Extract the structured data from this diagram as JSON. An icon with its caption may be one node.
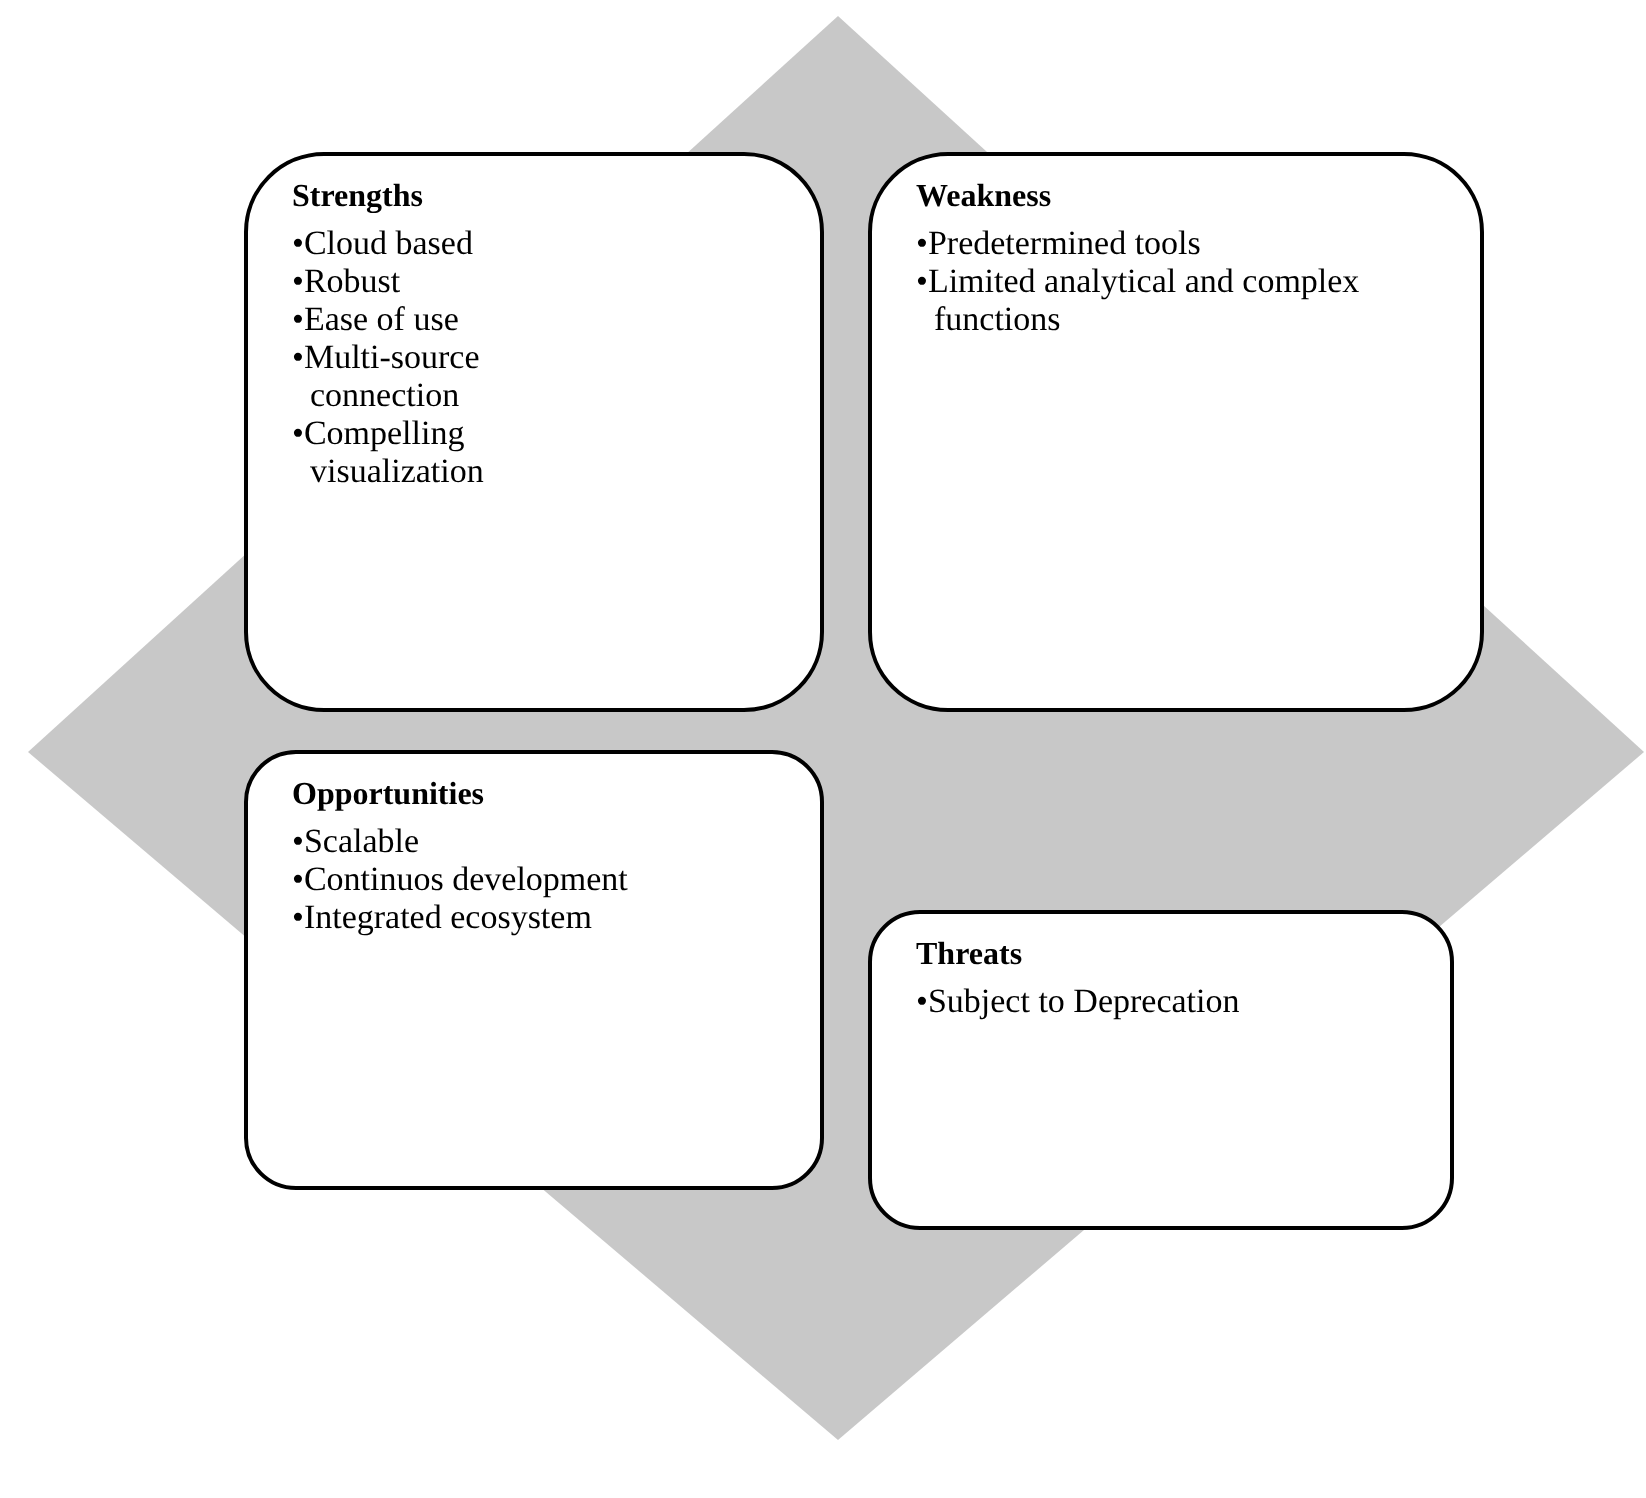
{
  "diagram": {
    "nodes": [
      {
        "text": [
          "Strengths",
          "•Cloud based",
          "•Robust",
          "•Ease of use",
          "•Multi-source connection",
          "•Compelling visualization"
        ]
      },
      {
        "text": [
          "Weakness",
          "•Predetermined tools",
          "•Limited analytical and complex functions"
        ]
      },
      {
        "text": [
          "Opportunities",
          "•Scalable",
          "•Continuos development",
          "•Integrated ecosystem"
        ]
      },
      {
        "text": [
          "Threats",
          "•Subject to Deprecation"
        ]
      }
    ]
  }
}
